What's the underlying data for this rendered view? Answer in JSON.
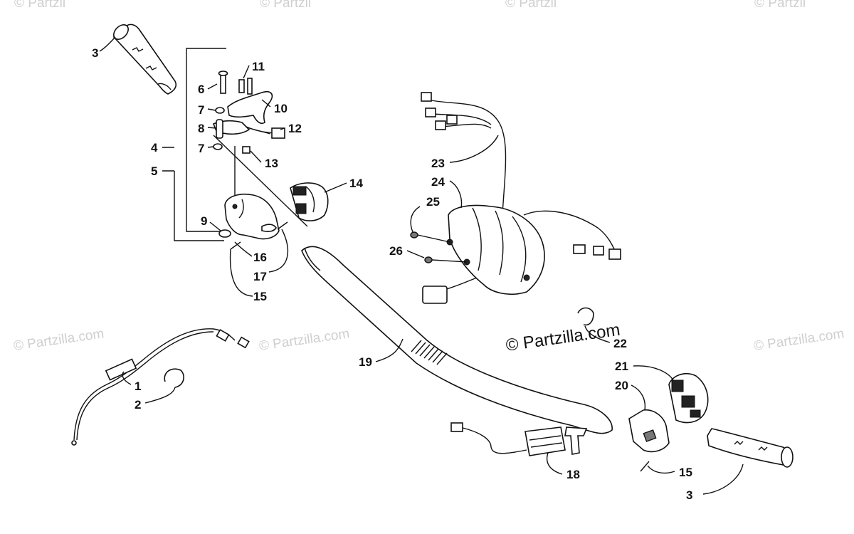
{
  "watermark": {
    "main": "© Partzilla.com",
    "faint": "© Partzilla.com",
    "faint_top": "© Partzil"
  },
  "callouts": {
    "c1": "1",
    "c2": "2",
    "c3a": "3",
    "c3b": "3",
    "c4": "4",
    "c5": "5",
    "c6": "6",
    "c7a": "7",
    "c7b": "7",
    "c8": "8",
    "c9": "9",
    "c10": "10",
    "c11": "11",
    "c12": "12",
    "c13": "13",
    "c14": "14",
    "c15a": "15",
    "c15b": "15",
    "c16": "16",
    "c17": "17",
    "c18": "18",
    "c19": "19",
    "c20": "20",
    "c21": "21",
    "c22": "22",
    "c23": "23",
    "c24": "24",
    "c25": "25",
    "c26": "26"
  }
}
